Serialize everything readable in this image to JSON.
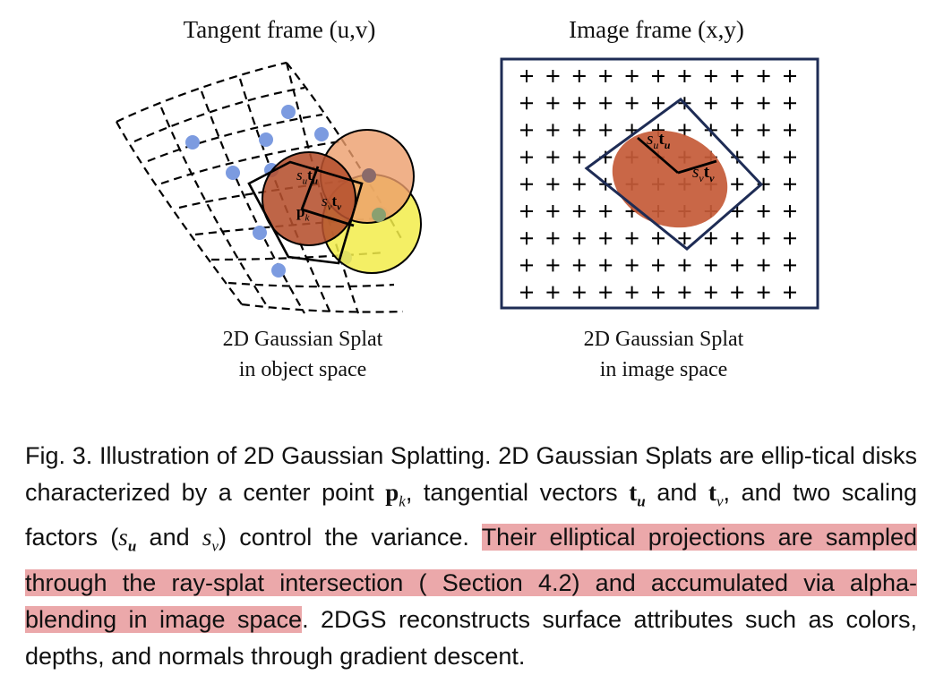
{
  "left_panel": {
    "title": "Tangent frame (u,v)",
    "caption_line1": "2D Gaussian Splat",
    "caption_line2": "in object space",
    "label_su_tu": "s",
    "label_sv_tv": "s",
    "label_pk": "p"
  },
  "right_panel": {
    "title": "Image frame (x,y)",
    "caption_line1": "2D Gaussian Splat",
    "caption_line2": "in image space",
    "label_su_tu": "s",
    "label_sv_tv": "s"
  },
  "caption": {
    "part1": "Fig. 3.  Illustration of 2D Gaussian Splatting. 2D Gaussian Splats are ellip-tical disks characterized by a center point ",
    "p_k": "p",
    "part2": ", tangential vectors ",
    "t_u": "t",
    "part3": " and ",
    "t_v": "t",
    "part4": ", and two scaling factors (",
    "s_u": "s",
    "part5": " and ",
    "s_v": "s",
    "part6": ") control the variance. ",
    "highlighted": "Their elliptical projections are sampled through the ray-splat intersection ( Section 4.2) and accumulated via alpha-blending in image space",
    "part7": ". 2DGS reconstructs surface attributes such as colors, depths, and normals through gradient descent."
  },
  "colors": {
    "highlight": "#eba8aa",
    "dot_blue": "#7c9be0",
    "splat_dark": "#b5502e",
    "splat_peach": "#ec9d6c",
    "splat_yellow": "#f2ec4a",
    "frame_navy": "#1e2c55"
  }
}
